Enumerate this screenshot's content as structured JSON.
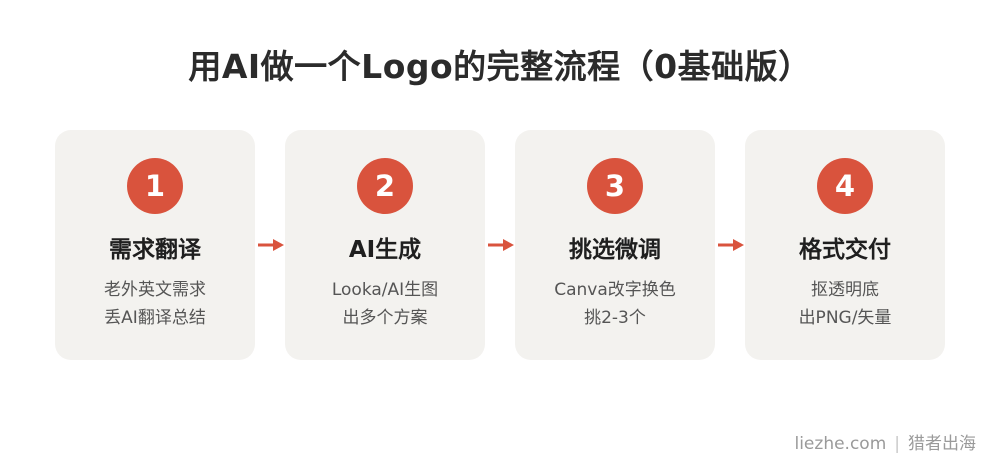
{
  "title": "用AI做一个Logo的完整流程（0基础版）",
  "colors": {
    "accent": "#d9533d",
    "card_bg": "#f3f2ef",
    "title": "#2b2b2b",
    "desc": "#555555"
  },
  "steps": [
    {
      "number": "1",
      "title": "需求翻译",
      "lines": [
        "老外英文需求",
        "丢AI翻译总结"
      ]
    },
    {
      "number": "2",
      "title": "AI生成",
      "lines": [
        "Looka/AI生图",
        "出多个方案"
      ]
    },
    {
      "number": "3",
      "title": "挑选微调",
      "lines": [
        "Canva改字换色",
        "挑2-3个"
      ]
    },
    {
      "number": "4",
      "title": "格式交付",
      "lines": [
        "抠透明底",
        "出PNG/矢量"
      ]
    }
  ],
  "arrow_icon": "arrow-right-icon",
  "footer": {
    "site": "liezhe.com",
    "separator": "|",
    "brand": "猎者出海"
  }
}
